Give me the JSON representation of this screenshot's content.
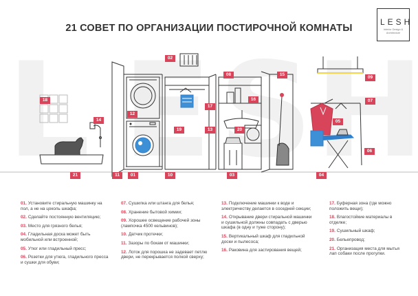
{
  "title": "21 СОВЕТ ПО ОРГАНИЗАЦИИ ПОСТИРОЧНОЙ КОМНАТЫ",
  "logo": {
    "name": "LESH",
    "subtitle": "Interior Design & Architecture"
  },
  "colors": {
    "accent": "#d8455a",
    "lines": "#333333",
    "blue": "#3d8fd6",
    "ironing_board": "#2f7fcc",
    "towels": "#d8455a"
  },
  "badges": [
    "01",
    "02",
    "04",
    "05",
    "06",
    "07",
    "08",
    "09",
    "10",
    "11",
    "12",
    "13",
    "14",
    "15",
    "16",
    "17",
    "18",
    "19",
    "20",
    "21",
    "03"
  ],
  "tips": [
    {
      "num": "01.",
      "text": "Установите стиральную машинку на пол, а не на цоколь шкафа;"
    },
    {
      "num": "02.",
      "text": "Сделайте постоянную вентиляцию;"
    },
    {
      "num": "03.",
      "text": "Место для грязного белья;"
    },
    {
      "num": "04.",
      "text": "Гладильная доска может быть мобильной или встроенной;"
    },
    {
      "num": "05.",
      "text": "Утюг или гладильный пресс;"
    },
    {
      "num": "06.",
      "text": "Розетки для утюга, гладильного пресса и сушки для обуви;"
    },
    {
      "num": "07.",
      "text": "Сушилка или штанга для белья;"
    },
    {
      "num": "08.",
      "text": "Хранение бытовой химии;"
    },
    {
      "num": "09.",
      "text": "Хорошее освещение рабочей зоны (лампочка 4500 кельвинов);"
    },
    {
      "num": "10.",
      "text": "Датчик протечки;"
    },
    {
      "num": "11.",
      "text": "Зазоры по бокам от машинки;"
    },
    {
      "num": "12.",
      "text": "Лоток для порошка не задевает петлю двери,  не перекрывается полкой сверху;"
    },
    {
      "num": "13.",
      "text": "Подключение машинки к воде и электричеству делается в соседней секции;"
    },
    {
      "num": "14.",
      "text": "Открывание двери стиральной машинки и сушильной должны совпадать с дверью шкафа (в одну и туже сторону);"
    },
    {
      "num": "15.",
      "text": "Вертикальный шкаф для гладильной доски и пылесоса;"
    },
    {
      "num": "16.",
      "text": "Раковина для застирования вещей;"
    },
    {
      "num": "17.",
      "text": "Буферная зона (где можно положить вещи);"
    },
    {
      "num": "18.",
      "text": "Влагостойкие материалы в отделке;"
    },
    {
      "num": "19.",
      "text": "Сушильный шкаф;"
    },
    {
      "num": "20.",
      "text": "Бельепровод;"
    },
    {
      "num": "21.",
      "text": "Организация места для мытья лап собаки после прогулки."
    }
  ]
}
